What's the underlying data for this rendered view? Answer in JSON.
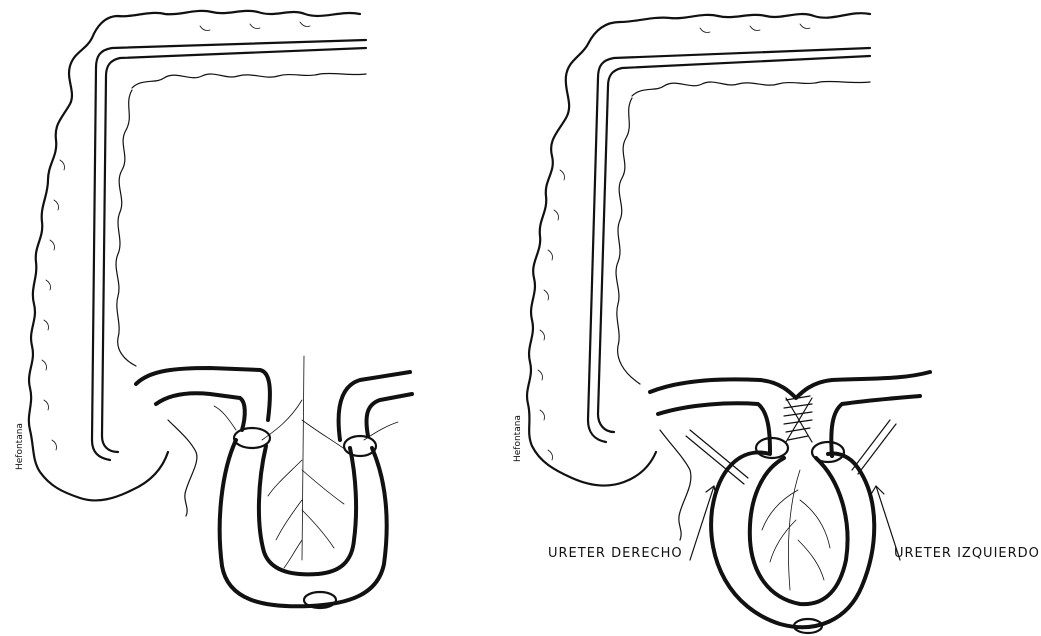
{
  "figure": {
    "left_panel": {
      "signature": "Hefontana"
    },
    "right_panel": {
      "signature": "Hefontana",
      "labels": {
        "right_ureter": "URETER DERECHO",
        "left_ureter": "URETER IZQUIERDO"
      }
    }
  },
  "style": {
    "ink": "#111111",
    "background": "#ffffff"
  }
}
